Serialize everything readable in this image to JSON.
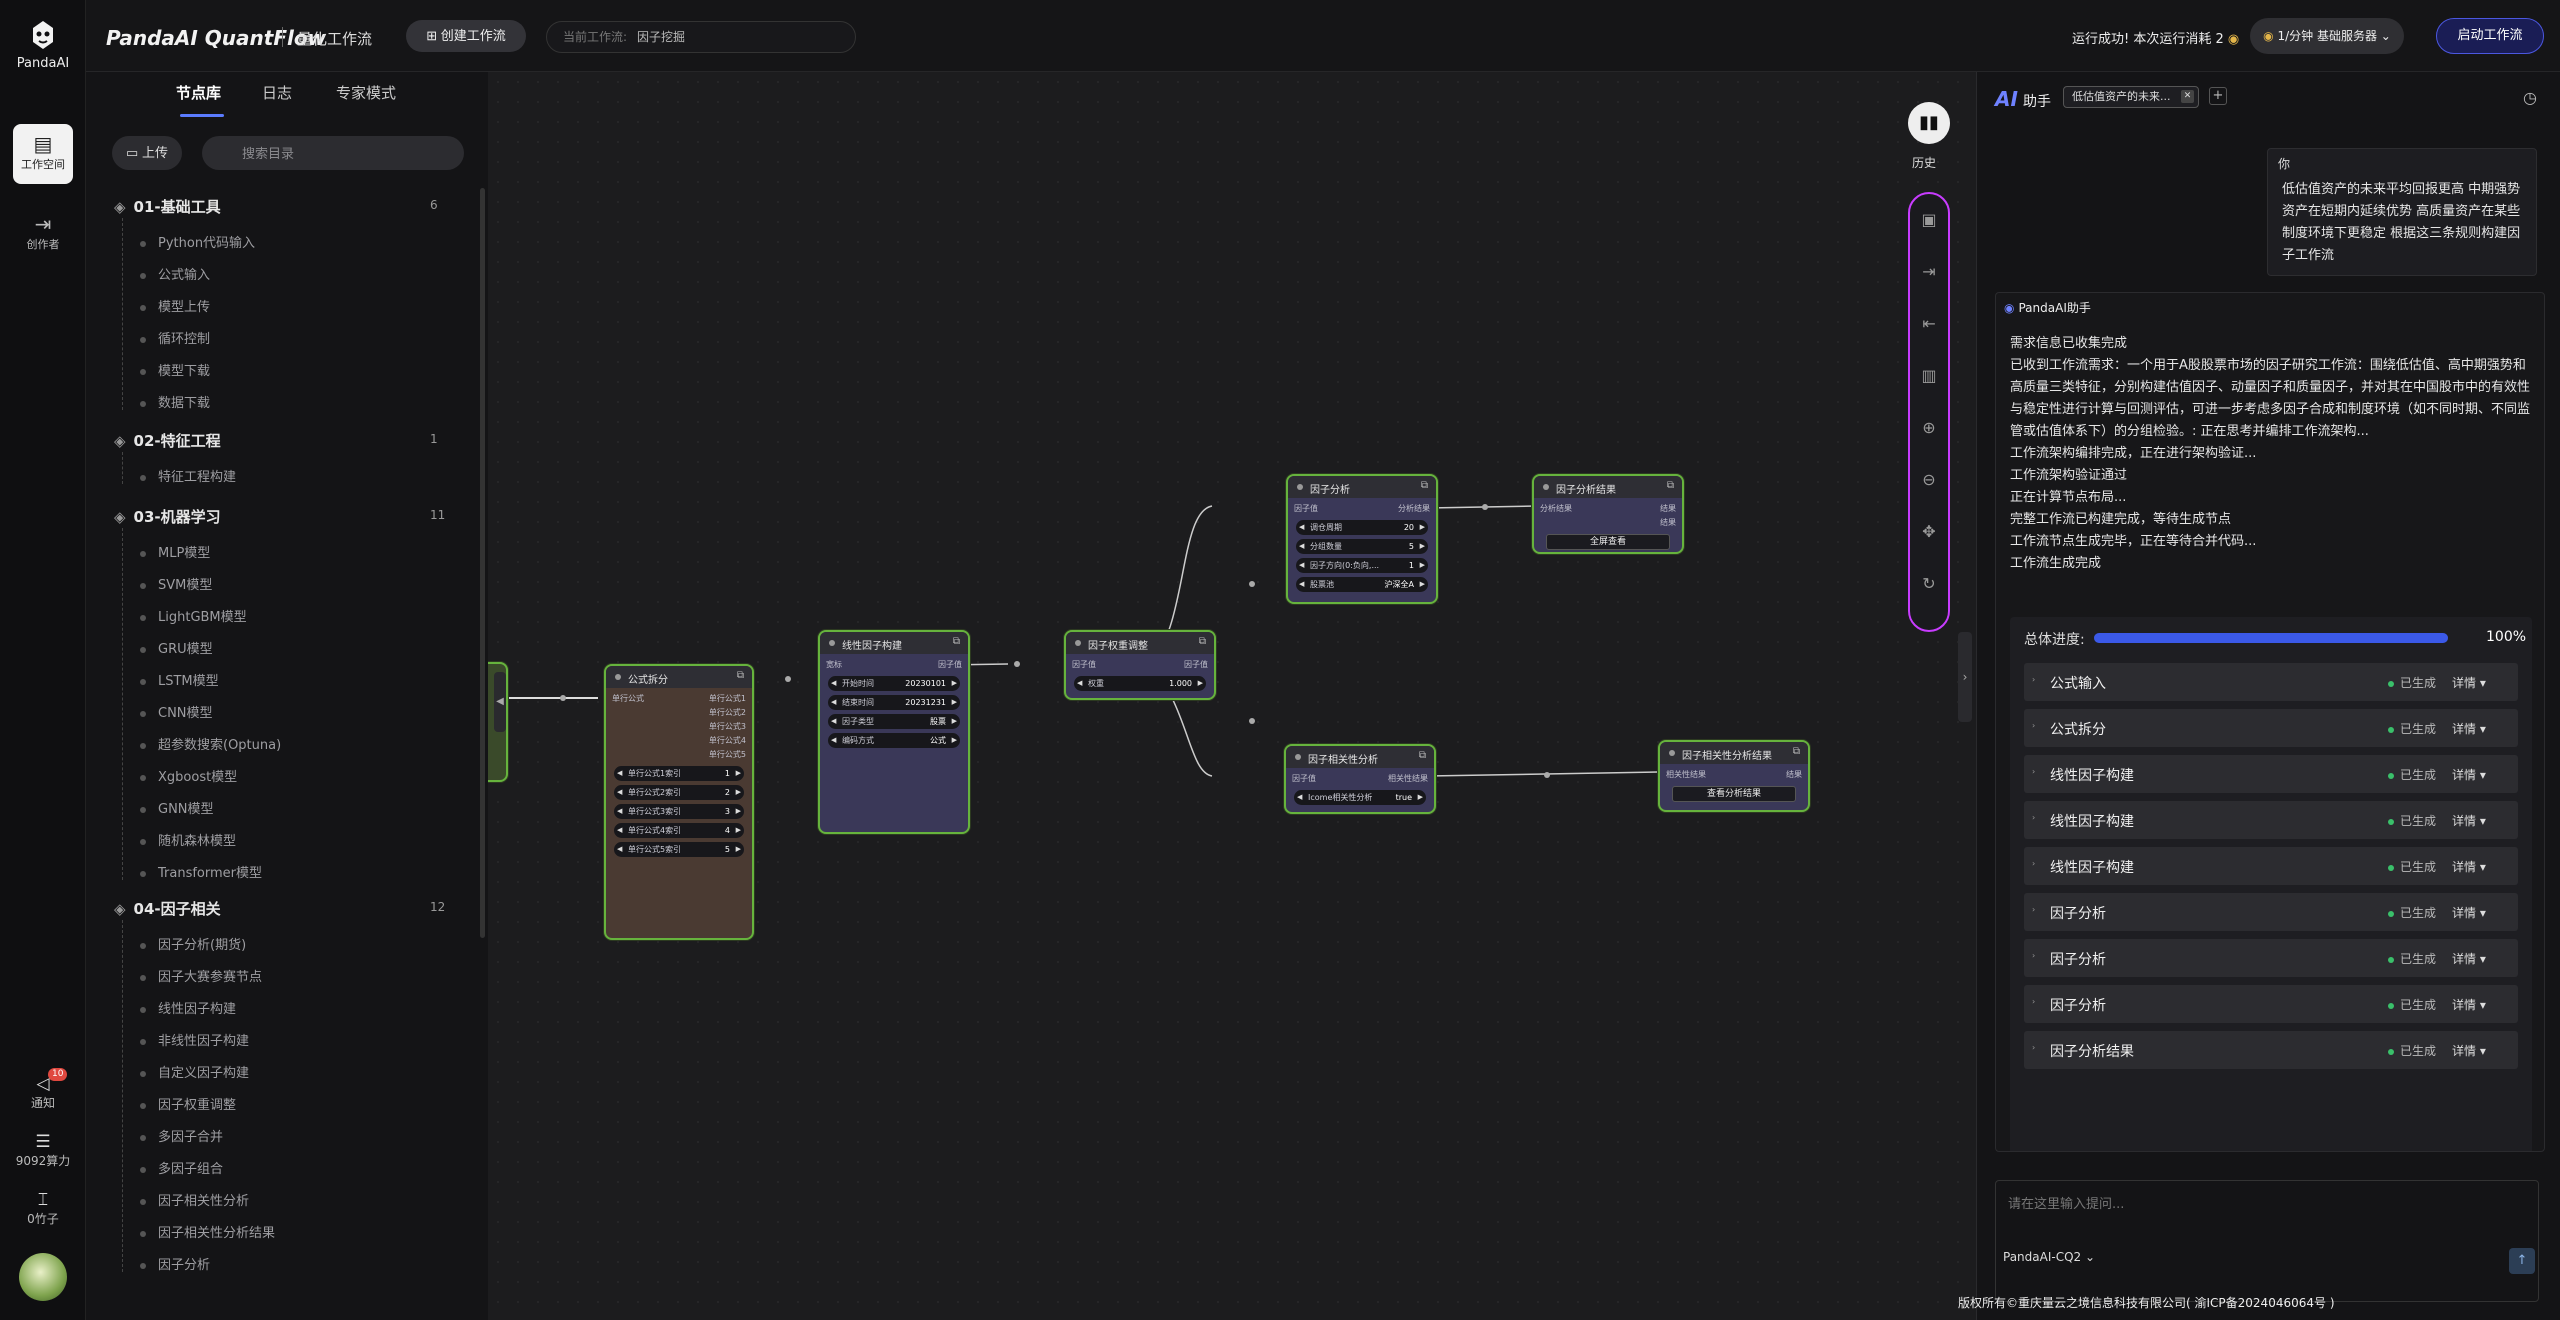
{
  "rail": {
    "logo": "PandaAI",
    "workspace": "工作空间",
    "creator": "创作者",
    "notify": "通知",
    "notify_badge": "10",
    "compute": "9092算力",
    "bamboo": "0竹子"
  },
  "topbar": {
    "brand": "PandaAI QuantFlow",
    "subtitle": "量化工作流",
    "create": "创建工作流",
    "current_label": "当前工作流:",
    "current_value": "因子挖掘",
    "run_status": "运行成功! 本次运行消耗 2",
    "server": "1/分钟  基础服务器",
    "start": "启动工作流"
  },
  "library": {
    "tabs": [
      "节点库",
      "日志",
      "专家模式"
    ],
    "upload": "上传",
    "search_placeholder": "搜索目录",
    "categories": [
      {
        "name": "01-基础工具",
        "count": "6",
        "items": [
          "Python代码输入",
          "公式输入",
          "模型上传",
          "循环控制",
          "模型下载",
          "数据下载"
        ]
      },
      {
        "name": "02-特征工程",
        "count": "1",
        "items": [
          "特征工程构建"
        ]
      },
      {
        "name": "03-机器学习",
        "count": "11",
        "items": [
          "MLP模型",
          "SVM模型",
          "LightGBM模型",
          "GRU模型",
          "LSTM模型",
          "CNN模型",
          "超参数搜索(Optuna)",
          "Xgboost模型",
          "GNN模型",
          "随机森林模型",
          "Transformer模型"
        ]
      },
      {
        "name": "04-因子相关",
        "count": "12",
        "items": [
          "因子分析(期货)",
          "因子大赛参赛节点",
          "线性因子构建",
          "非线性因子构建",
          "自定义因子构建",
          "因子权重调整",
          "多因子合并",
          "多因子组合",
          "因子相关性分析",
          "因子相关性分析结果",
          "因子分析"
        ]
      }
    ]
  },
  "nodes": {
    "split": {
      "title": "公式拆分",
      "in": "单行公式",
      "outs": [
        "单行公式1",
        "单行公式2",
        "单行公式3",
        "单行公式4",
        "单行公式5"
      ],
      "widgets": [
        [
          "单行公式1索引",
          "1"
        ],
        [
          "单行公式2索引",
          "2"
        ],
        [
          "单行公式3索引",
          "3"
        ],
        [
          "单行公式4索引",
          "4"
        ],
        [
          "单行公式5索引",
          "5"
        ]
      ]
    },
    "linear": {
      "title": "线性因子构建",
      "in": "宽标",
      "out": "因子值",
      "widgets": [
        [
          "开始时间",
          "20230101"
        ],
        [
          "结束时间",
          "20231231"
        ],
        [
          "因子类型",
          "股票"
        ],
        [
          "编码方式",
          "公式"
        ]
      ]
    },
    "weight": {
      "title": "因子权重调整",
      "in": "因子值",
      "out": "因子值",
      "widgets": [
        [
          "权重",
          "1.000"
        ]
      ]
    },
    "analysis": {
      "title": "因子分析",
      "in": "因子值",
      "out": "分析结果",
      "widgets": [
        [
          "调仓周期",
          "20"
        ],
        [
          "分组数量",
          "5"
        ],
        [
          "因子方向(0:负向,...",
          "1"
        ],
        [
          "股票池",
          "沪深全A"
        ]
      ]
    },
    "analysis_result": {
      "title": "因子分析结果",
      "in": "分析结果",
      "outs": [
        "结果",
        "结果"
      ],
      "button": "全屏查看"
    },
    "corr": {
      "title": "因子相关性分析",
      "in": "因子值",
      "out": "相关性结果",
      "toggle_label": "Icome相关性分析",
      "toggle_value": "true"
    },
    "corr_result": {
      "title": "因子相关性分析结果",
      "in": "相关性结果",
      "out": "结果",
      "button": "查看分析结果"
    }
  },
  "canvas_tools": {
    "history": "历史"
  },
  "ai": {
    "logo": "AI",
    "title": "助手",
    "tab": "低估值资产的未来...",
    "user_label": "你",
    "user_msg": "低估值资产的未来平均回报更高 中期强势资产在短期内延续优势 高质量资产在某些制度环境下更稳定 根据这三条规则构建因子工作流",
    "assistant_label": "PandaAI助手",
    "lines": [
      "需求信息已收集完成",
      "已收到工作流需求：一个用于A股股票市场的因子研究工作流：围绕低估值、高中期强势和高质量三类特征，分别构建估值因子、动量因子和质量因子，并对其在中国股市中的有效性与稳定性进行计算与回测评估，可进一步考虑多因子合成和制度环境（如不同时期、不同监管或估值体系下）的分组检验。: 正在思考并编排工作流架构...",
      "工作流架构编排完成，正在进行架构验证...",
      "工作流架构验证通过",
      "正在计算节点布局...",
      "完整工作流已构建完成，等待生成节点",
      "工作流节点生成完毕，正在等待合并代码...",
      "工作流生成完成"
    ],
    "progress_label": "总体进度:",
    "progress_pct": 100,
    "progress_text": "100%",
    "steps": [
      {
        "name": "公式输入",
        "status": "已生成",
        "detail": "详情 ▾"
      },
      {
        "name": "公式拆分",
        "status": "已生成",
        "detail": "详情 ▾"
      },
      {
        "name": "线性因子构建",
        "status": "已生成",
        "detail": "详情 ▾"
      },
      {
        "name": "线性因子构建",
        "status": "已生成",
        "detail": "详情 ▾"
      },
      {
        "name": "线性因子构建",
        "status": "已生成",
        "detail": "详情 ▾"
      },
      {
        "name": "因子分析",
        "status": "已生成",
        "detail": "详情 ▾"
      },
      {
        "name": "因子分析",
        "status": "已生成",
        "detail": "详情 ▾"
      },
      {
        "name": "因子分析",
        "status": "已生成",
        "detail": "详情 ▾"
      },
      {
        "name": "因子分析结果",
        "status": "已生成",
        "detail": "详情 ▾"
      }
    ],
    "input_placeholder": "请在这里输入提问...",
    "model": "PandaAI-CQ2",
    "copyright": "版权所有©重庆量云之境信息科技有限公司( 渝ICP备2024046064号 )"
  },
  "colors": {
    "accent": "#3b59e8",
    "node_border": "#66b33d",
    "toolbar_border": "#c83cff",
    "start_btn": "#1a1d55"
  }
}
